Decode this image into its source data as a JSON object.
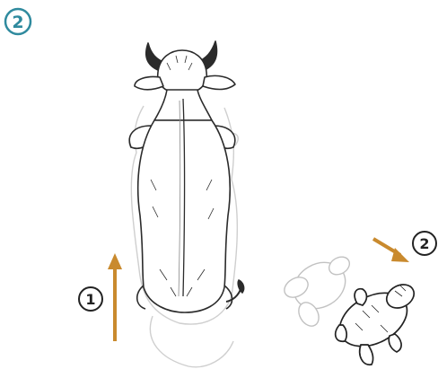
{
  "step_badge": {
    "label": "2"
  },
  "markers": {
    "marker_1": "1",
    "marker_2": "2"
  },
  "colors": {
    "badge_teal": "#2f8a9e",
    "arrow_orange": "#c98a2e",
    "ink": "#2b2b2b",
    "ghost_ink": "#c9c9c9"
  },
  "icons": {
    "cow_top_view": "cow-top-view-illustration",
    "cow_rolled": "cow-rolled-illustration",
    "arrow_up": "arrow-up-icon",
    "arrow_diagonal": "arrow-diagonal-icon"
  }
}
